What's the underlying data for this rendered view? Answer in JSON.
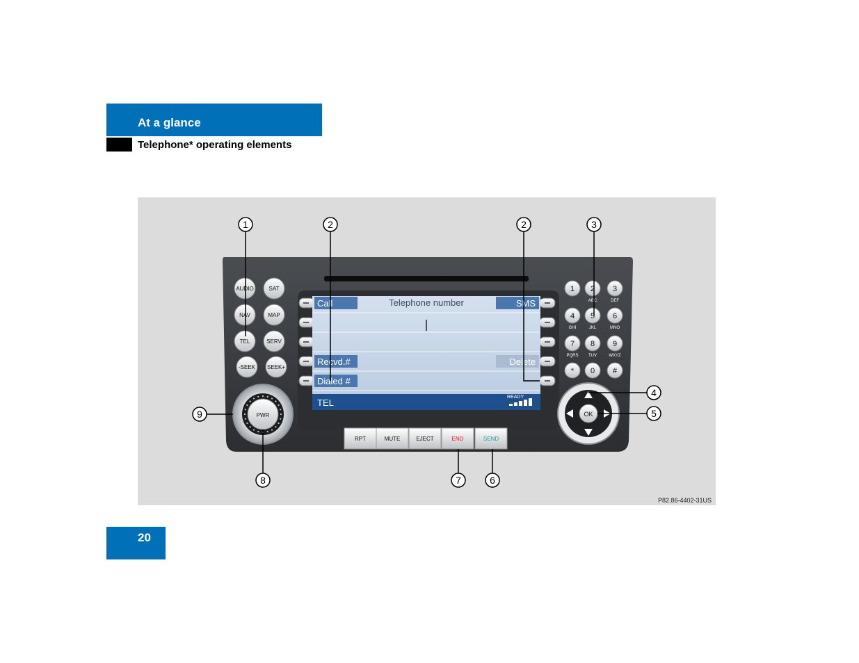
{
  "header": {
    "section": "At a glance",
    "subsection": "Telephone* operating elements"
  },
  "figure": {
    "code": "P82.86-4402-31US",
    "callouts": [
      "1",
      "2",
      "2",
      "3",
      "4",
      "5",
      "6",
      "7",
      "8",
      "9"
    ],
    "left_buttons": [
      "AUDIO",
      "SAT",
      "NAV",
      "MAP",
      "TEL",
      "SERV",
      "-SEEK",
      "SEEK+"
    ],
    "knob_label": "PWR",
    "screen": {
      "title": "Telephone number",
      "left_softkeys": [
        "Call",
        "",
        "",
        "Recvd.#",
        "Dialed #"
      ],
      "right_softkeys": [
        "SMS",
        "",
        "",
        "Delete",
        ""
      ],
      "status_left": "TEL",
      "status_right": "READY"
    },
    "keypad": [
      {
        "digit": "1",
        "letters": ""
      },
      {
        "digit": "2",
        "letters": "ABC"
      },
      {
        "digit": "3",
        "letters": "DEF"
      },
      {
        "digit": "4",
        "letters": "GHI"
      },
      {
        "digit": "5",
        "letters": "JKL"
      },
      {
        "digit": "6",
        "letters": "MNO"
      },
      {
        "digit": "7",
        "letters": "PQRS"
      },
      {
        "digit": "8",
        "letters": "TUV"
      },
      {
        "digit": "9",
        "letters": "WXYZ"
      },
      {
        "digit": "*",
        "letters": ""
      },
      {
        "digit": "0",
        "letters": ""
      },
      {
        "digit": "#",
        "letters": ""
      }
    ],
    "bottom_buttons": [
      "RPT",
      "MUTE",
      "EJECT",
      "END",
      "SEND"
    ],
    "ok_label": "OK",
    "colors": {
      "end": "#e02020",
      "send": "#20a0a0",
      "brand_blue": "#0070b8"
    }
  },
  "page": {
    "number": "20"
  }
}
